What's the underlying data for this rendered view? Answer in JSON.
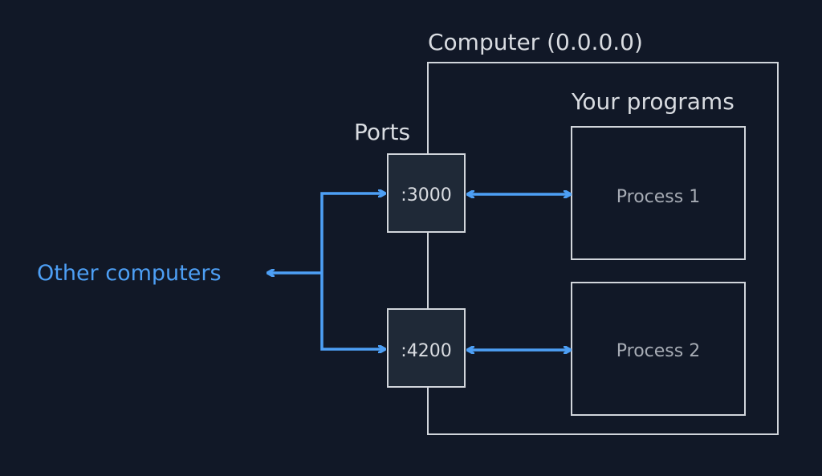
{
  "diagram": {
    "computer_label": "Computer (0.0.0.0)",
    "programs_label": "Your programs",
    "ports_label": "Ports",
    "external_label": "Other computers",
    "ports": [
      {
        "label": ":3000"
      },
      {
        "label": ":4200"
      }
    ],
    "processes": [
      {
        "label": "Process 1"
      },
      {
        "label": "Process 2"
      }
    ]
  },
  "colors": {
    "background": "#111827",
    "outline": "#d1d5db",
    "text": "#d9dce1",
    "process_text": "#a6abb4",
    "port_fill": "#1f2937",
    "accent": "#4d9ff5"
  }
}
